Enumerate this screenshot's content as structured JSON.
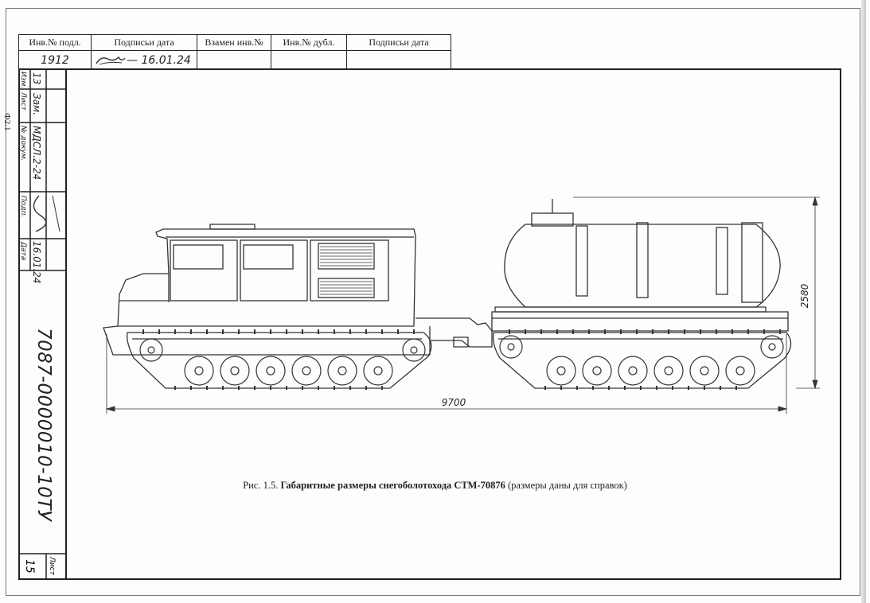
{
  "stamp": {
    "headers": [
      "Инв.№ подл.",
      "Подписьи дата",
      "Взамен инв.№",
      "Инв.№ дубл.",
      "Подписьи дата"
    ],
    "values": [
      "1912",
      "— 16.01.24",
      "",
      "",
      ""
    ]
  },
  "side_stamp": {
    "form_code": "Ф2.1",
    "row_labels": [
      "Изм.",
      "Лист",
      "№ докум.",
      "Подп.",
      "Дата"
    ],
    "row_values": [
      "13",
      "Зам.",
      "МДСЛ.2-24",
      "",
      "16.01.24"
    ],
    "document_code": "7087-0000010-10ТУ",
    "sheet_label": "Лист",
    "sheet_number": "15"
  },
  "drawing": {
    "dimension_length": "9700",
    "dimension_height": "2580"
  },
  "caption": {
    "prefix": "Рис. 1.5.",
    "bold": "Габаритные размеры снегоболотохода СТМ-70876",
    "suffix": "(размеры даны для справок)"
  }
}
